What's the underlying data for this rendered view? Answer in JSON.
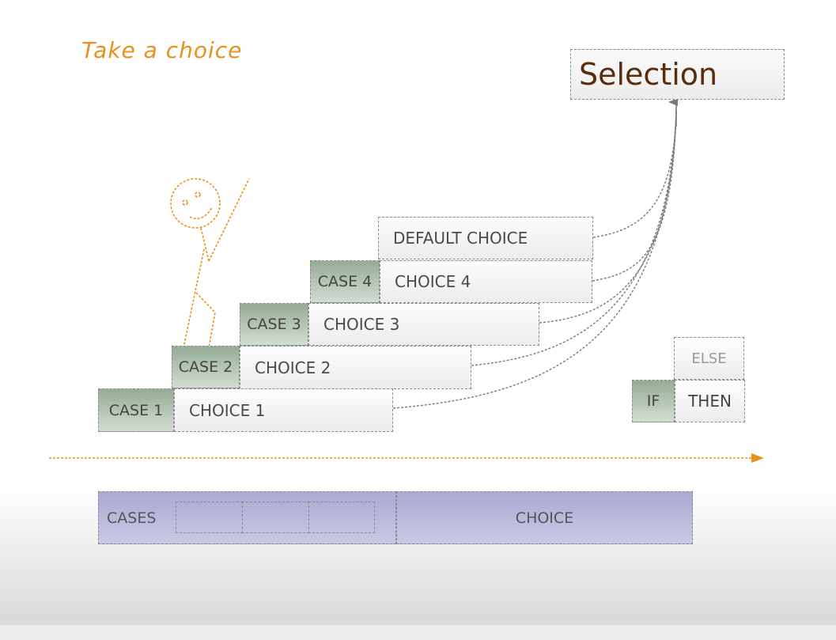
{
  "title": "Take a choice",
  "selection": "Selection",
  "steps": [
    {
      "case": "CASE 1",
      "choice": "CHOICE 1"
    },
    {
      "case": "CASE 2",
      "choice": "CHOICE 2"
    },
    {
      "case": "CASE 3",
      "choice": "CHOICE 3"
    },
    {
      "case": "CASE 4",
      "choice": "CHOICE 4"
    }
  ],
  "default_choice": "DEFAULT CHOICE",
  "if_then_else": {
    "if": "IF",
    "then": "THEN",
    "else": "ELSE"
  },
  "bottom": {
    "cases": "CASES",
    "choice": "CHOICE"
  },
  "colors": {
    "accent": "#e8901e",
    "case_green": "#95ab95",
    "bar_purple": "#a9a9d3",
    "connector": "#7a7a7a"
  }
}
